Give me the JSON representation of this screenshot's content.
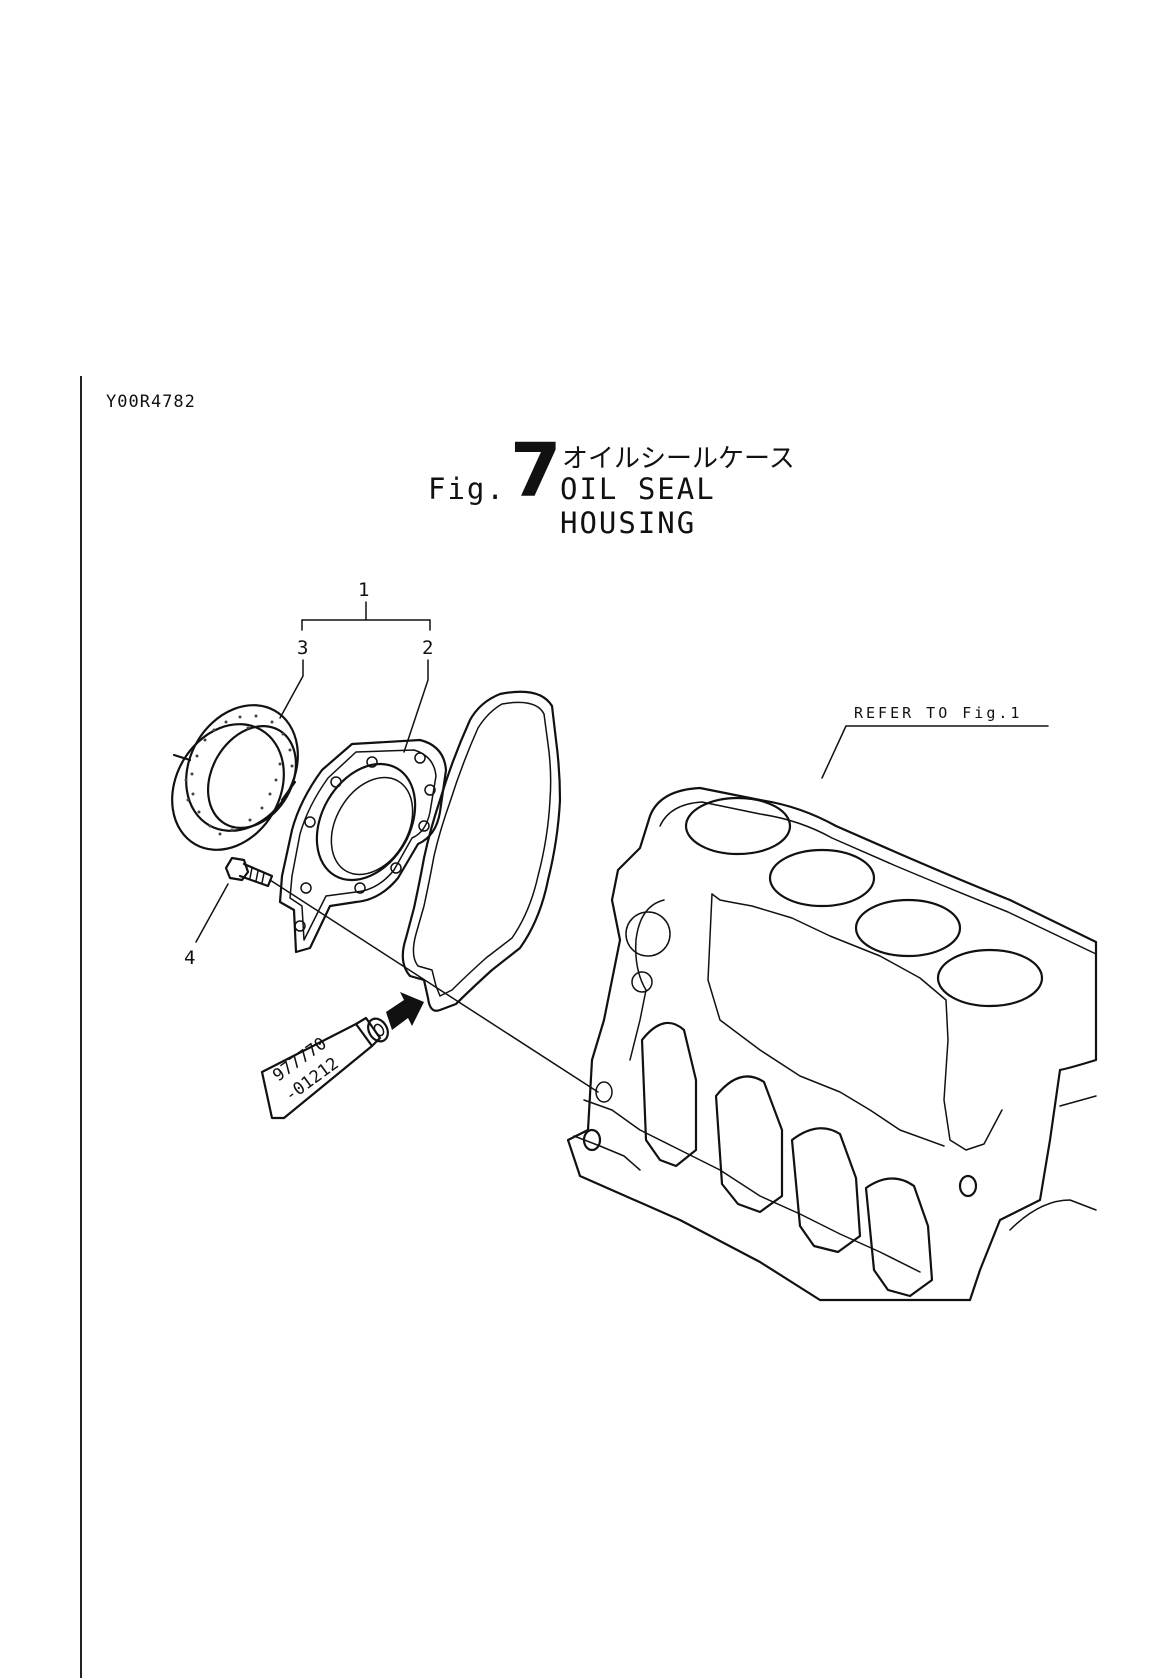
{
  "document_code": "Y00R4782",
  "figure": {
    "prefix": "Fig.",
    "number": "7",
    "title_jp": "オイルシールケース",
    "title_en": "OIL SEAL HOUSING"
  },
  "callouts": {
    "c1": "1",
    "c2": "2",
    "c3": "3",
    "c4": "4"
  },
  "reference_note": "REFER TO Fig.1",
  "sealant_tube": {
    "line1": "977770",
    "line2": "-01212"
  }
}
